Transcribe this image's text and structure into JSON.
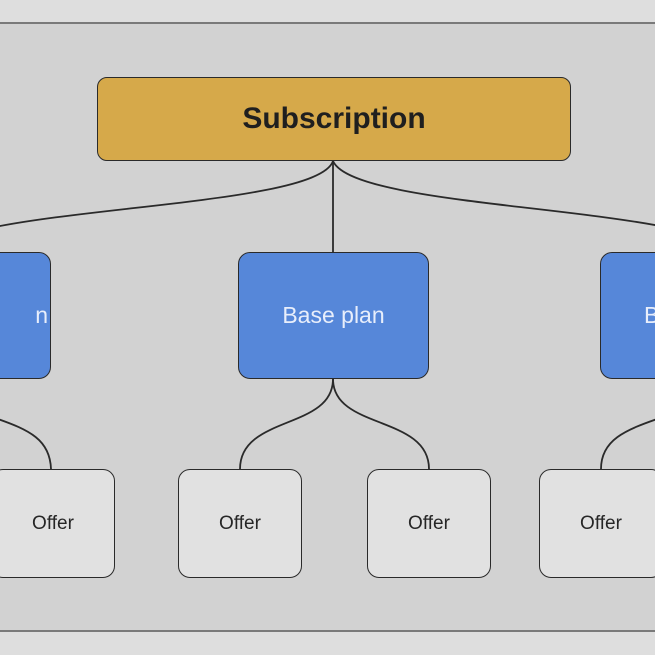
{
  "diagram": {
    "root": {
      "label": "Subscription",
      "color": "#d6a94a"
    },
    "plans": [
      {
        "label": "Base plan",
        "visible_text": "n"
      },
      {
        "label": "Base plan",
        "visible_text": "Base plan"
      },
      {
        "label": "Base plan",
        "visible_text": "B"
      }
    ],
    "offers": [
      {
        "label": "Offer"
      },
      {
        "label": "Offer"
      },
      {
        "label": "Offer"
      },
      {
        "label": "Offer"
      }
    ],
    "colors": {
      "plan": "#5687d9",
      "offer": "#e1e1e1",
      "background": "#d2d2d2"
    }
  }
}
